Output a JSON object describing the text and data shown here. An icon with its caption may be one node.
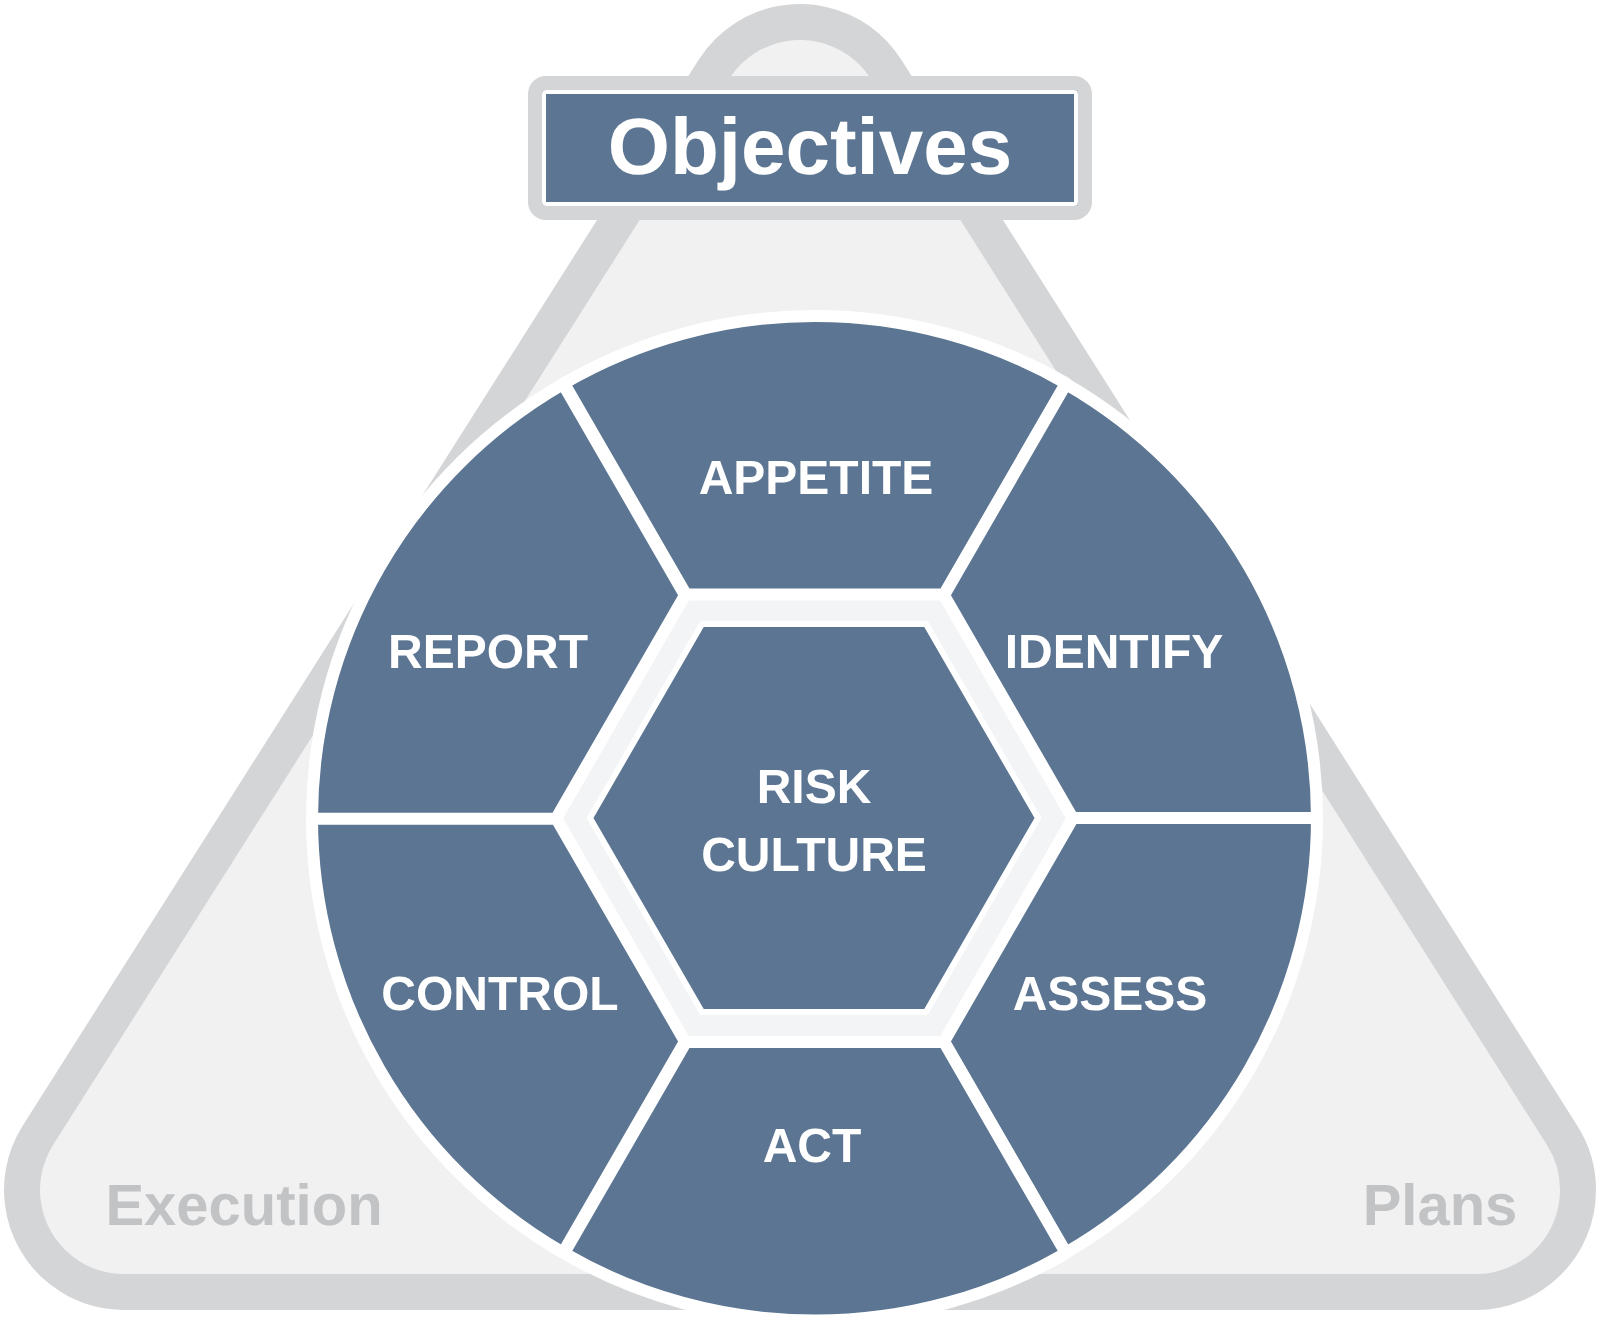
{
  "diagram": {
    "nodes": [
      {
        "text": [
          "Objectives"
        ]
      },
      {
        "text": [
          "Execution",
          "Plans"
        ]
      },
      {
        "text": [],
        "shape": "circle",
        "in": 1
      },
      {
        "text": [
          "APPETITE"
        ],
        "in": 2
      },
      {
        "text": [
          "IDENTIFY"
        ],
        "in": 2
      },
      {
        "text": [
          "ASSESS"
        ],
        "in": 2
      },
      {
        "text": [
          "ACT"
        ],
        "in": 2
      },
      {
        "text": [
          "CONTROL"
        ],
        "in": 2
      },
      {
        "text": [
          "REPORT"
        ],
        "in": 2
      },
      {
        "text": [
          "RISK CULTURE"
        ],
        "in": 2
      }
    ]
  }
}
